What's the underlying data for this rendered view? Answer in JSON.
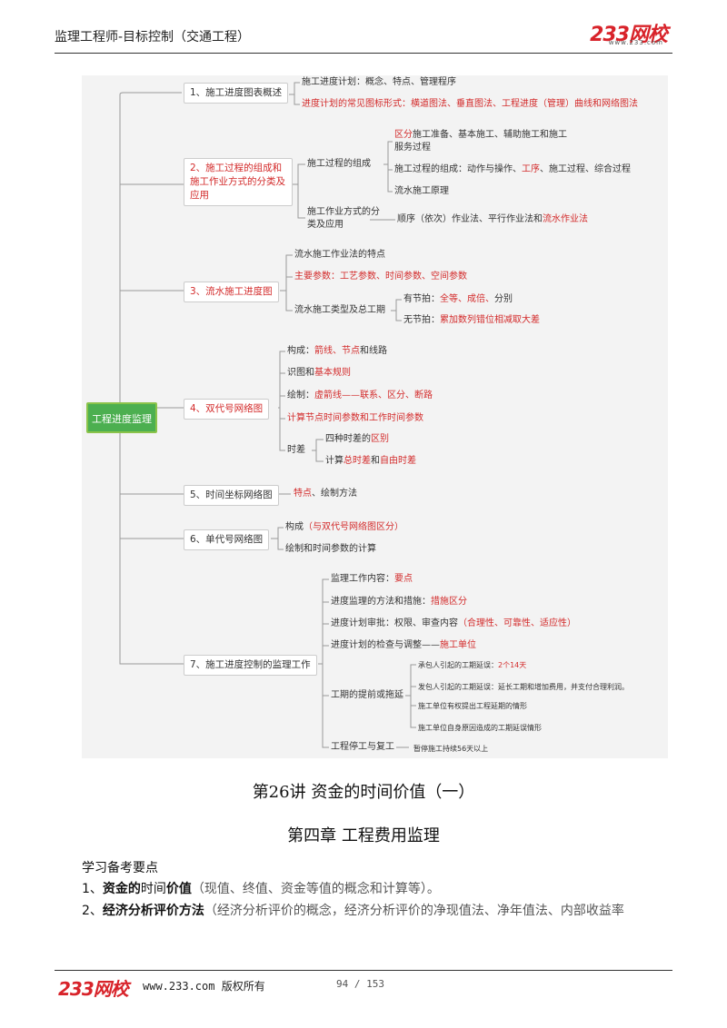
{
  "header": {
    "title": "监理工程师-目标控制（交通工程）",
    "logo_text": "233网校",
    "logo_sub": "www.233.com"
  },
  "mindmap": {
    "root": "工程进度监理",
    "b1": {
      "label": "1、施工进度图表概述",
      "items": [
        "施工进度计划：概念、特点、管理程序",
        "进度计划的常见图标形式：横道图法、垂直图法、工程进度（管理）曲线和网络图法"
      ]
    },
    "b2": {
      "label": "2、施工过程的组成和施工作业方式的分类及应用",
      "sub1": "施工过程的组成",
      "sub1_items": [
        "区分施工准备、基本施工、辅助施工和施工服务过程",
        "施工过程的组成：动作与操作、工序、施工过程、综合过程",
        "流水施工原理"
      ],
      "sub2": "施工作业方式的分类及应用",
      "sub2_item": "顺序（依次）作业法、平行作业法和流水作业法"
    },
    "b3": {
      "label": "3、流水施工进度图",
      "items": [
        "流水施工作业法的特点",
        "主要参数：工艺参数、时间参数、空间参数"
      ],
      "sub": "流水施工类型及总工期",
      "sub_items": [
        "有节拍：全等、成倍、分别",
        "无节拍：累加数列错位相减取大差"
      ]
    },
    "b4": {
      "label": "4、双代号网络图",
      "items": [
        "构成：箭线、节点和线路",
        "识图和基本规则",
        "绘制：虚箭线——联系、区分、断路",
        "计算节点时间参数和工作时间参数"
      ],
      "sub": "时差",
      "sub_items": [
        "四种时差的区别",
        "计算总时差和自由时差"
      ]
    },
    "b5": {
      "label": "5、时间坐标网络图",
      "item_red": "特点",
      "item_rest": "、绘制方法"
    },
    "b6": {
      "label": "6、单代号网络图",
      "items": [
        "构成（与双代号网络图区分）",
        "绘制和时间参数的计算"
      ]
    },
    "b7": {
      "label": "7、施工进度控制的监理工作",
      "items": [
        {
          "a": "监理工作内容：",
          "b": "要点"
        },
        {
          "a": "进度监理的方法和措施：",
          "b": "措施区分"
        },
        {
          "a": "进度计划审批：权限、审查内容",
          "b": "（合理性、可靠性、适应性）"
        },
        {
          "a": "进度计划的检查与调整——",
          "b": "施工单位"
        }
      ],
      "sub": "工期的提前或拖延",
      "sub_items": [
        {
          "a": "承包人引起的工期延误：",
          "b": "2个14天"
        },
        {
          "a": "发包人引起的工期延误：延长工期和增加费用，并支付合理利润。",
          "b": ""
        },
        {
          "a": "施工单位有权提出工程延期的情形",
          "b": ""
        },
        {
          "a": "施工单位自身原因造成的工期延误情形",
          "b": ""
        }
      ],
      "last": "工程停工与复工",
      "last_item": "暂停施工持续56天以上"
    }
  },
  "body": {
    "lecture_title": "第26讲  资金的时间价值（一）",
    "chapter_title": "第四章  工程费用监理",
    "study_heading": "学习备考要点",
    "point1_num": "1、",
    "point1_b1": "资金的",
    "point1_n1": "时间",
    "point1_b2": "价值",
    "point1_rest": "（现值、终值、资金等值的概念和计算等）。",
    "point2_num": "2、",
    "point2_bold": "经济分析评价方法",
    "point2_rest": "（经济分析评价的概念，经济分析评价的净现值法、净年值法、内部收益率"
  },
  "footer": {
    "logo_text": "233网校",
    "site": "www.233.com 版权所有",
    "page": "94 / 153"
  }
}
